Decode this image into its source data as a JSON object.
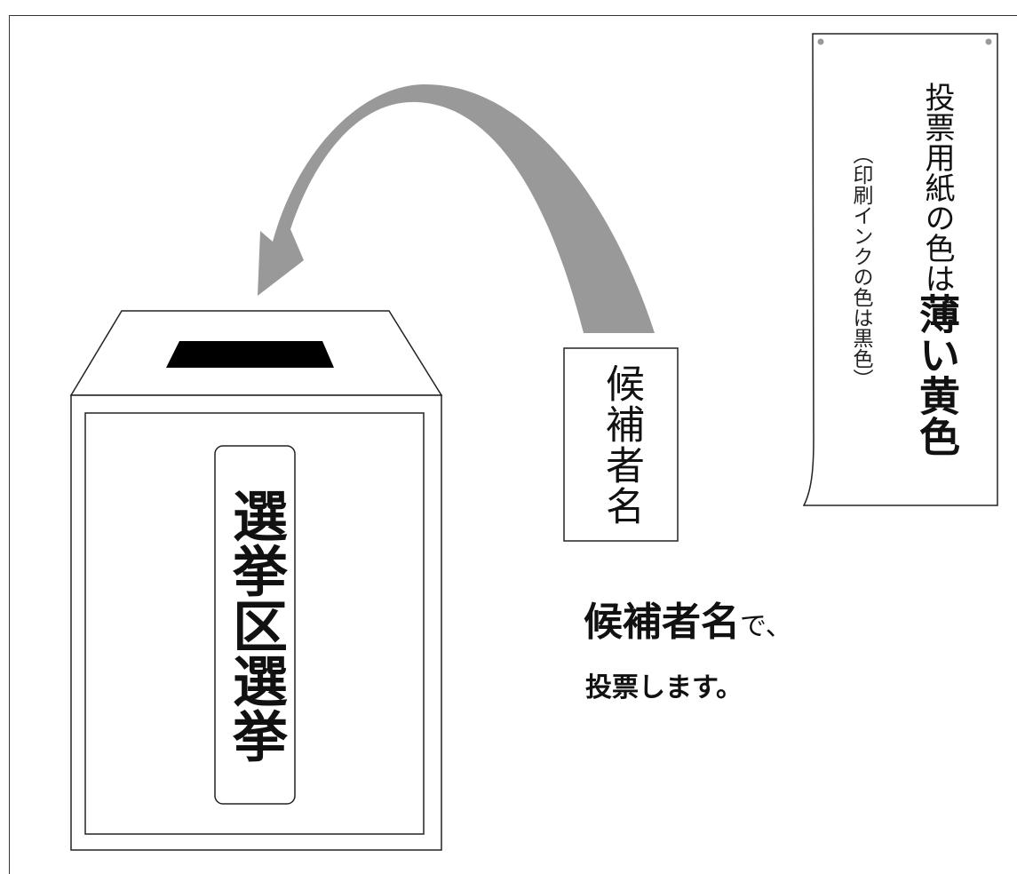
{
  "colors": {
    "arrow": "#999999",
    "outline": "#222222",
    "slot": "#000000",
    "background": "#ffffff"
  },
  "ballot_box": {
    "label": "選挙区選挙"
  },
  "ballot_paper": {
    "label": "候補者名"
  },
  "arrow": {
    "icon": "curved-arrow-icon"
  },
  "note": {
    "main_prefix": "投票用紙の色は",
    "main_emphasis": "薄い黄色",
    "sub": "（印刷インクの色は黒色）"
  },
  "caption": {
    "line1_strong": "候補者名",
    "line1_rest": "で、",
    "line2": "投票します。"
  }
}
